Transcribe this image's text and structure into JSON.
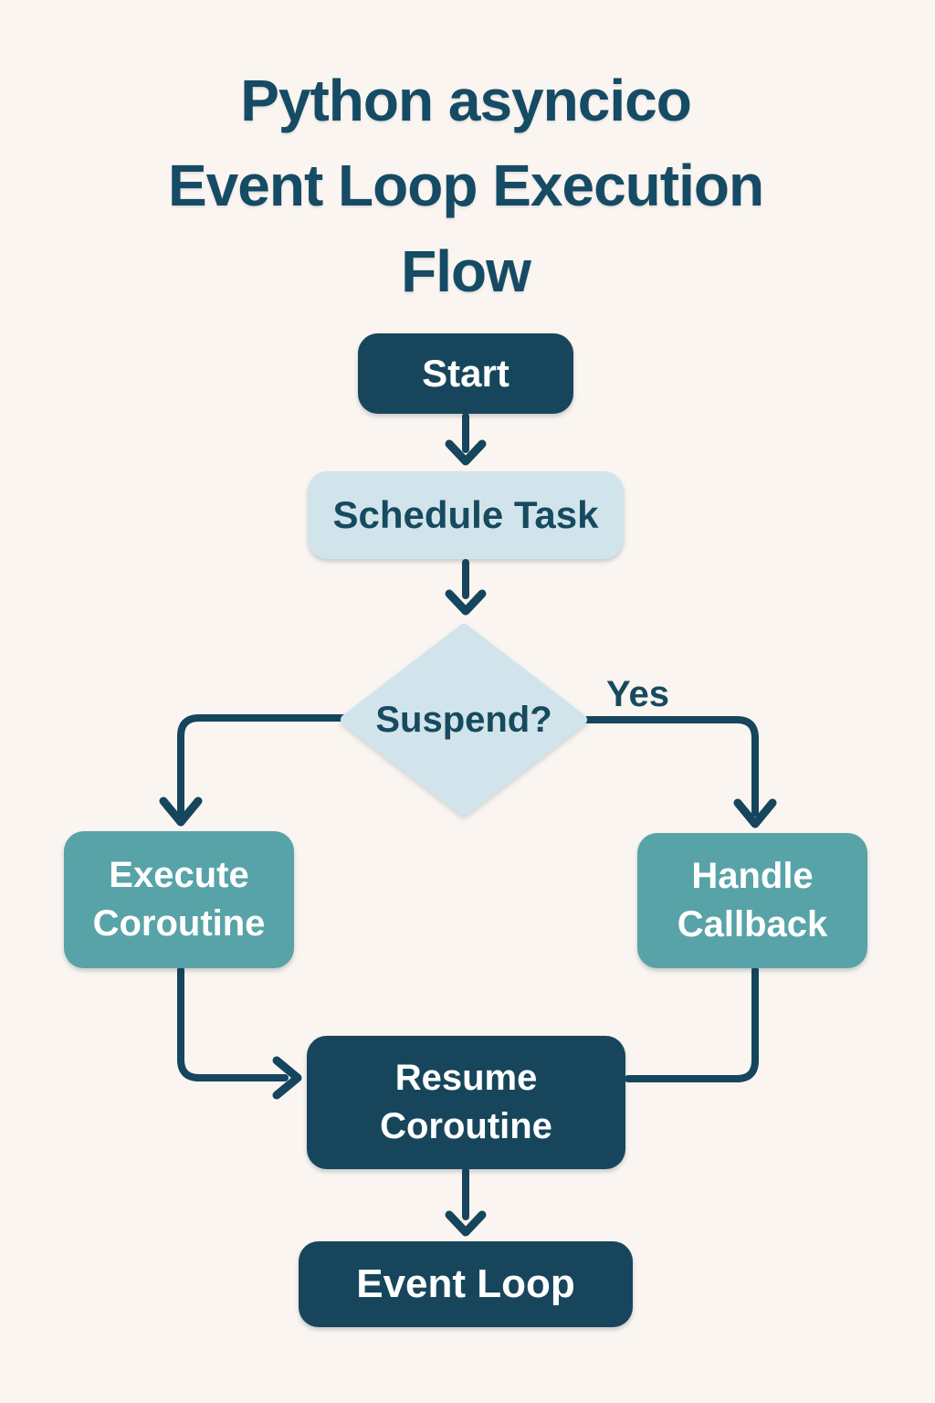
{
  "title": {
    "full": "Python asyncico Event Loop Execution Flow",
    "lines": [
      "Python asyncico",
      "Event Loop Execution",
      "Flow"
    ]
  },
  "nodes": {
    "start": {
      "label": "Start"
    },
    "schedule_task": {
      "label": "Schedule Task"
    },
    "suspend": {
      "label": "Suspend?"
    },
    "execute_coroutine": {
      "label": "Execute Coroutine"
    },
    "handle_callback": {
      "label": "Handle Callback"
    },
    "resume_coroutine": {
      "label": "Resume Coroutine"
    },
    "event_loop": {
      "label": "Event Loop"
    }
  },
  "edges": {
    "yes_label": "Yes"
  },
  "colors": {
    "background": "#faf5f0",
    "navy": "#17465c",
    "teal": "#58a3a8",
    "lightblue": "#d2e4eb",
    "title": "#154b64",
    "navytext": "#164a5f",
    "edge": "#16455e",
    "white": "#ffffff"
  }
}
